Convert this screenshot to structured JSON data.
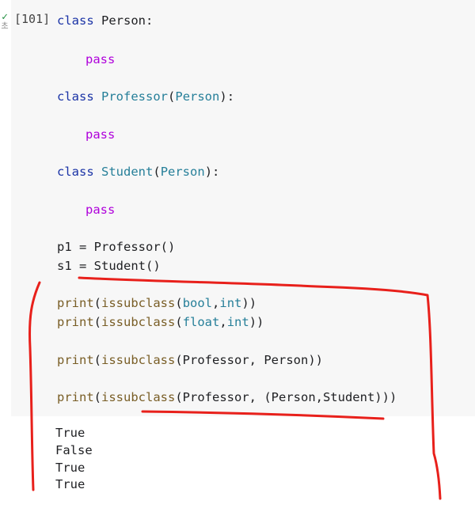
{
  "cell": {
    "execution_count": "[101]",
    "status_icon": "check-icon",
    "status_subtext": "초",
    "code": {
      "line1_kw": "class",
      "line1_name": "Person:",
      "line2": "pass",
      "line3_kw": "class",
      "line3_name": "Professor",
      "line3_paren_open": "(",
      "line3_base": "Person",
      "line3_close": "):",
      "line4": "pass",
      "line5_kw": "class",
      "line5_name": "Student",
      "line5_paren_open": "(",
      "line5_base": "Person",
      "line5_close": "):",
      "line6": "pass",
      "line7": "p1 = Professor()",
      "line8": "s1 = Student()",
      "line9_print": "print",
      "line9_open": "(",
      "line9_fn": "issubclass",
      "line9_open2": "(",
      "line9_a": "bool",
      "line9_comma": ",",
      "line9_b": "int",
      "line9_close": "))",
      "line10_print": "print",
      "line10_open": "(",
      "line10_fn": "issubclass",
      "line10_open2": "(",
      "line10_a": "float",
      "line10_comma": ",",
      "line10_b": "int",
      "line10_close": "))",
      "line11_print": "print",
      "line11_open": "(",
      "line11_fn": "issubclass",
      "line11_args": "(Professor, Person))",
      "line12_print": "print",
      "line12_open": "(",
      "line12_fn": "issubclass",
      "line12_args": "(Professor, (Person,Student)))"
    }
  },
  "output": [
    "True",
    "False",
    "True",
    "True"
  ],
  "annotation": {
    "color": "#e8201b"
  }
}
